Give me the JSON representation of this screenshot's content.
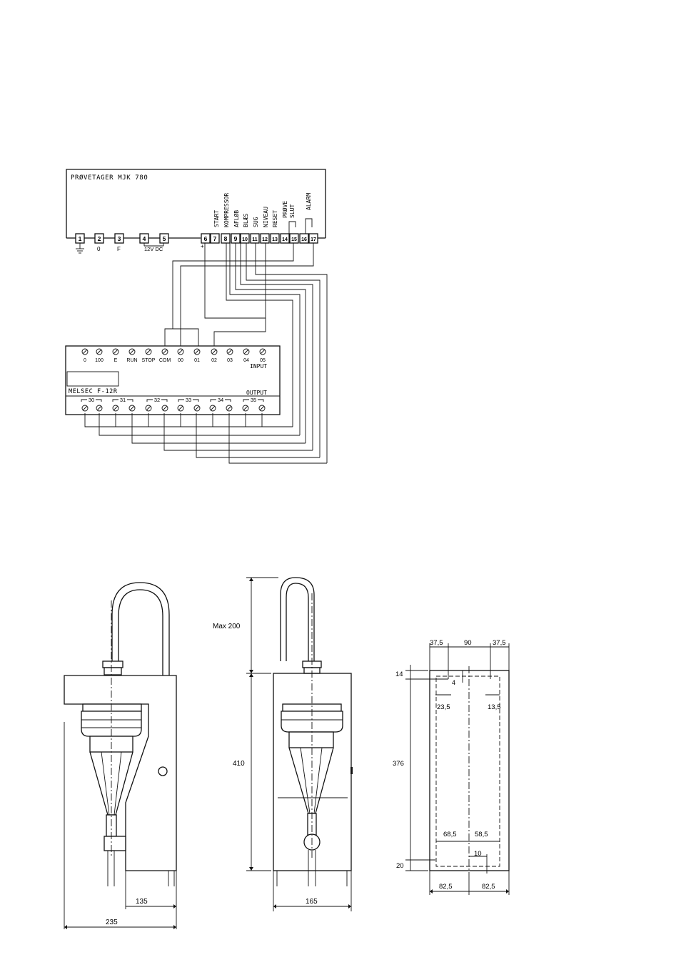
{
  "wiring": {
    "device_title": "PRØVETAGER MJK 780",
    "terminals": [
      "1",
      "2",
      "3",
      "4",
      "5",
      "6",
      "7",
      "8",
      "9",
      "10",
      "11",
      "12",
      "13",
      "14",
      "15",
      "16",
      "17"
    ],
    "bottom_labels": [
      "0",
      "F",
      "12V DC",
      "+"
    ],
    "signal_labels": [
      "START",
      "KOMPRESSOR",
      "AFLØB",
      "BLÆS",
      "SUG",
      "NIVEAU",
      "RESET",
      "PRØVE",
      "SLUT",
      "ALARM"
    ],
    "plc_model": "MELSEC F-12R",
    "plc_input_terminals": [
      "0",
      "100",
      "E",
      "RUN",
      "STOP",
      "COM",
      "00",
      "01",
      "02",
      "03",
      "04",
      "05"
    ],
    "plc_input_label": "INPUT",
    "plc_output_label": "OUTPUT",
    "plc_output_groups": [
      "30",
      "31",
      "32",
      "33",
      "34",
      "35"
    ]
  },
  "dimensions": {
    "side_width": "235",
    "side_depth": "135",
    "max_label": "Max 200",
    "height": "410",
    "front_width": "165",
    "mount_top": [
      "37,5",
      "90",
      "37,5"
    ],
    "mount_height_top": "14",
    "mount_small": "4",
    "mount_inset_left": "23,5",
    "mount_inset_right": "13,5",
    "mount_height": "376",
    "mount_low_left": "68,5",
    "mount_low_right": "58,5",
    "mount_low_small": "10",
    "mount_height_bottom": "20",
    "mount_bottom": [
      "82,5",
      "82,5"
    ]
  }
}
